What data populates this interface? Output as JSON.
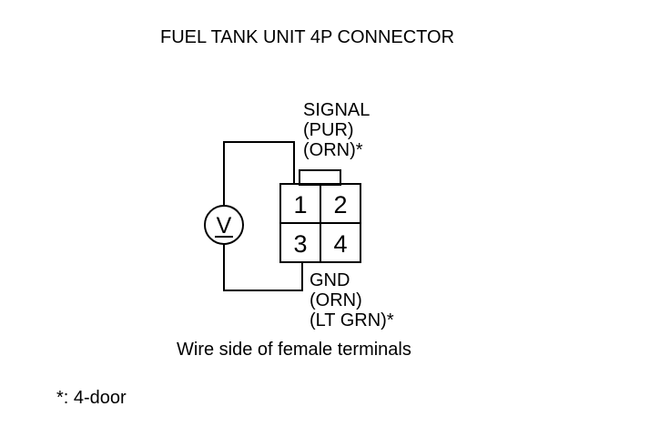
{
  "title": "FUEL TANK UNIT 4P CONNECTOR",
  "signal": {
    "label": "SIGNAL",
    "color_1": "(PUR)",
    "color_2": "(ORN)*"
  },
  "ground": {
    "label": "GND",
    "color_1": "(ORN)",
    "color_2": "(LT GRN)*"
  },
  "connector": {
    "pins": [
      "1",
      "2",
      "3",
      "4"
    ]
  },
  "meter": {
    "symbol": "V"
  },
  "caption": "Wire side of female terminals",
  "footnote": "*: 4-door"
}
